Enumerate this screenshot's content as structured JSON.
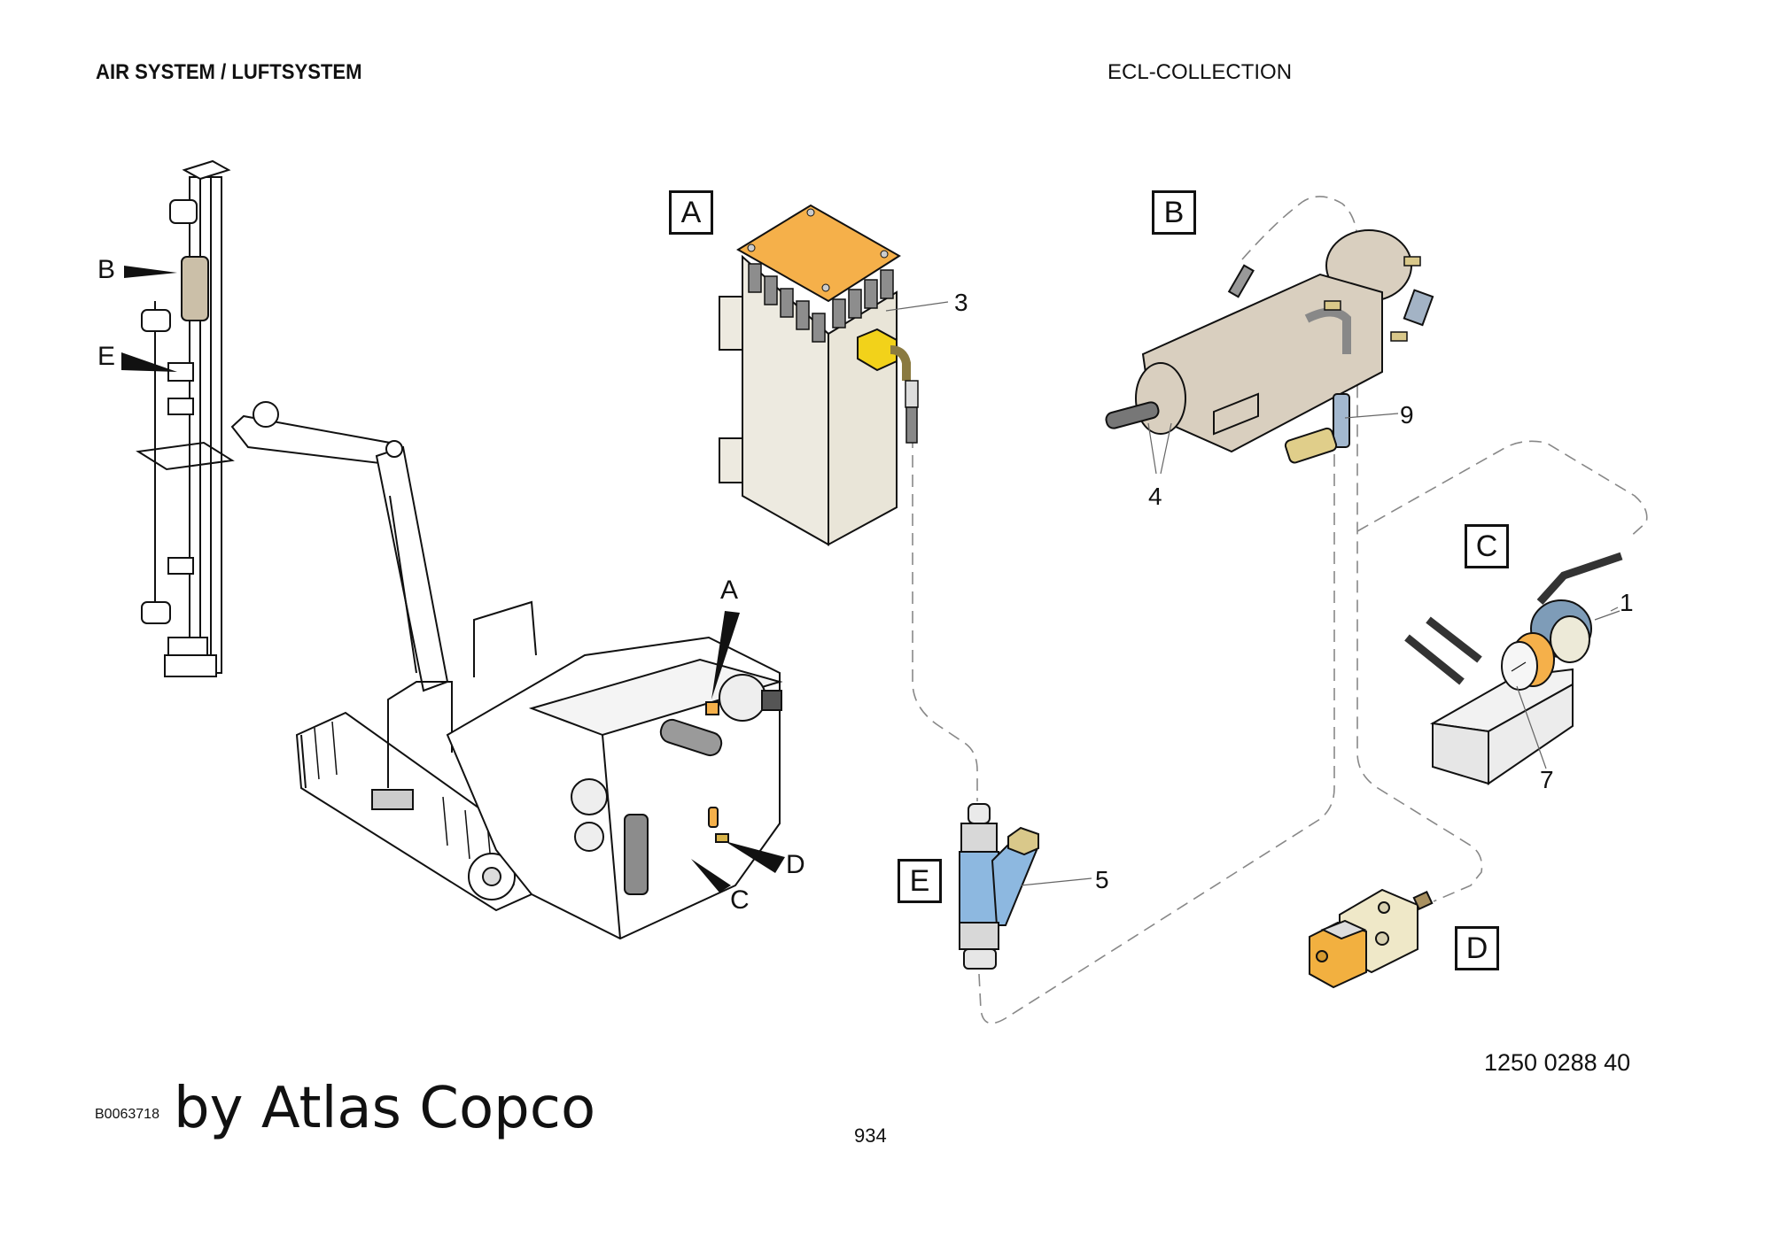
{
  "header": {
    "title": "AIR SYSTEM / LUFTSYSTEM",
    "collection": "ECL-COLLECTION"
  },
  "footer": {
    "drawing_code": "B0063718",
    "brand": "by Atlas Copco",
    "page_number": "934",
    "part_number": "1250 0288 40"
  },
  "machine_callouts": {
    "A": "A",
    "B": "B",
    "C": "C",
    "D": "D",
    "E": "E"
  },
  "detail_views": [
    {
      "key": "A",
      "label": "A",
      "component": "air-tank"
    },
    {
      "key": "B",
      "label": "B",
      "component": "rock-drill"
    },
    {
      "key": "C",
      "label": "C",
      "component": "pressure-regulator"
    },
    {
      "key": "D",
      "label": "D",
      "component": "solenoid-valve"
    },
    {
      "key": "E",
      "label": "E",
      "component": "y-strainer"
    }
  ],
  "item_numbers": {
    "item_1": "1",
    "item_3": "3",
    "item_4": "4",
    "item_5": "5",
    "item_7": "7",
    "item_9": "9"
  },
  "colors": {
    "tank_lid": "#F5B04A",
    "tank_body": "#EDEAE0",
    "drill_body": "#D9CFBF",
    "regulator_blue": "#7E9CB8",
    "strainer_blue": "#8DB8E0",
    "brass": "#D9C88A",
    "coil_orange": "#F2B040",
    "valve_body": "#EFE8C8",
    "solenoid_yellow": "#F2D21A"
  }
}
